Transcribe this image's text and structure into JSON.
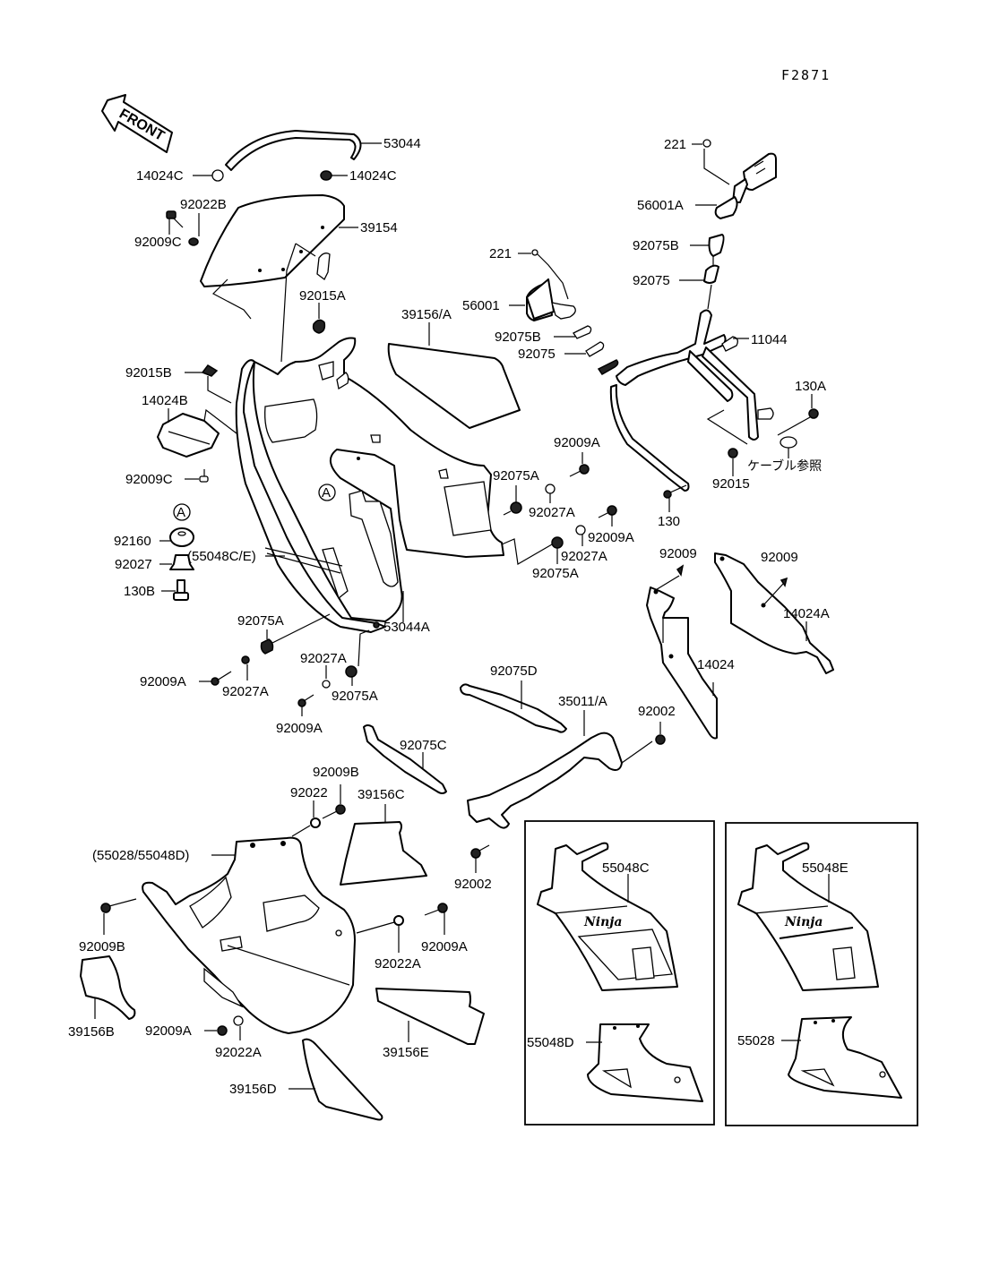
{
  "figure_code": "F2871",
  "front_arrow": {
    "text": "FRONT"
  },
  "reference_marker": "A",
  "cable_note": "ケーブル参照",
  "labels": {
    "p53044": "53044",
    "p14024C_left": "14024C",
    "p14024C_right": "14024C",
    "p92022B": "92022B",
    "p92009C_top": "92009C",
    "p39154": "39154",
    "p221_top": "221",
    "p56001A": "56001A",
    "p92075B_right": "92075B",
    "p92075_right": "92075",
    "p221_mid": "221",
    "p56001": "56001",
    "p39156A": "39156/A",
    "p92075B_mid": "92075B",
    "p92075_mid": "92075",
    "p11044": "11044",
    "p130A": "130A",
    "p92015": "92015",
    "p130": "130",
    "p92015A": "92015A",
    "p92015B": "92015B",
    "p14024B": "14024B",
    "p92009C_mid": "92009C",
    "p92160": "92160",
    "p92027": "92027",
    "p130B": "130B",
    "p55048CE": "(55048C/E)",
    "p53044A": "53044A",
    "p92075A_1": "92075A",
    "p92009A_1": "92009A",
    "p92027A_1": "92027A",
    "p92027A_2": "92027A",
    "p92075A_2": "92075A",
    "p92009A_2": "92009A",
    "p92009A_3": "92009A",
    "p92075A_3": "92075A",
    "p92027A_3": "92027A",
    "p92009A_4": "92009A",
    "p92027A_4": "92027A",
    "p92075A_4": "92075A",
    "p92009_left": "92009",
    "p92009_right": "92009",
    "p14024A": "14024A",
    "p14024": "14024",
    "p92002_right": "92002",
    "p92075D": "92075D",
    "p35011A": "35011/A",
    "p92075C": "92075C",
    "p92009B_top": "92009B",
    "p92022": "92022",
    "p39156C": "39156C",
    "p55028_55048D": "(55028/55048D)",
    "p92009B_left": "92009B",
    "p92002_bottom": "92002",
    "p92022A_right": "92022A",
    "p92009A_right": "92009A",
    "p39156B": "39156B",
    "p92009A_bottom": "92009A",
    "p92022A_bottom": "92022A",
    "p39156E": "39156E",
    "p39156D": "39156D",
    "p55048C": "55048C",
    "p55048D": "55048D",
    "p55048E": "55048E",
    "p55028": "55028"
  },
  "decals": {
    "ninja_logo": "Ninja"
  }
}
